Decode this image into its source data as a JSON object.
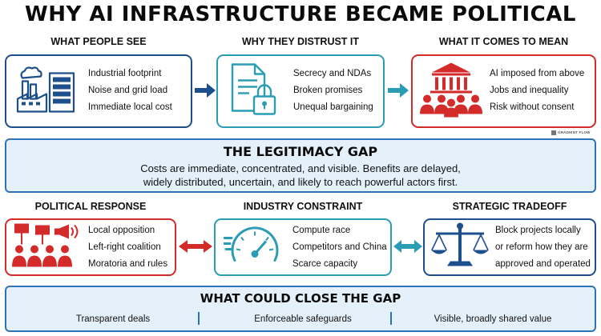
{
  "title": "WHY AI INFRASTRUCTURE BECAME POLITICAL",
  "top_row": [
    {
      "heading": "WHAT PEOPLE SEE",
      "items": [
        "Industrial footprint",
        "Noise and grid load",
        "Immediate local cost"
      ],
      "icon": "factory-data-center-icon",
      "color": "#1d4f8c"
    },
    {
      "heading": "WHY THEY DISTRUST IT",
      "items": [
        "Secrecy and NDAs",
        "Broken promises",
        "Unequal bargaining"
      ],
      "icon": "locked-document-icon",
      "color": "#2a9db5"
    },
    {
      "heading": "WHAT IT COMES TO MEAN",
      "items": [
        "AI imposed from above",
        "Jobs and inequality",
        "Risk without consent"
      ],
      "icon": "institution-people-icon",
      "color": "#d32a2a"
    }
  ],
  "logo": "GRADIENT FLOW",
  "legitimacy_gap": {
    "title": "THE LEGITIMACY GAP",
    "line1": "Costs are immediate, concentrated, and visible. Benefits are delayed,",
    "line2": "widely distributed, uncertain, and likely to reach powerful actors first."
  },
  "bottom_row": [
    {
      "heading": "POLITICAL RESPONSE",
      "items": [
        "Local opposition",
        "Left-right coalition",
        "Moratoria and rules"
      ],
      "icon": "protest-crowd-icon",
      "color": "#d32a2a"
    },
    {
      "heading": "INDUSTRY CONSTRAINT",
      "items": [
        "Compute race",
        "Competitors and China",
        "Scarce capacity"
      ],
      "icon": "gauge-icon",
      "color": "#2a9db5"
    },
    {
      "heading": "STRATEGIC TRADEOFF",
      "items": [
        "Block projects locally",
        "or reform how they are",
        "approved and operated"
      ],
      "icon": "balance-scale-icon",
      "color": "#1d4f8c"
    }
  ],
  "close_gap": {
    "title": "WHAT COULD CLOSE THE GAP",
    "items": [
      "Transparent deals",
      "Enforceable safeguards",
      "Visible, broadly shared value"
    ]
  },
  "colors": {
    "navy": "#1d4f8c",
    "teal": "#2a9db5",
    "red": "#d32a2a",
    "band_fill": "#e4f1fb",
    "band_border": "#2e72b8"
  }
}
